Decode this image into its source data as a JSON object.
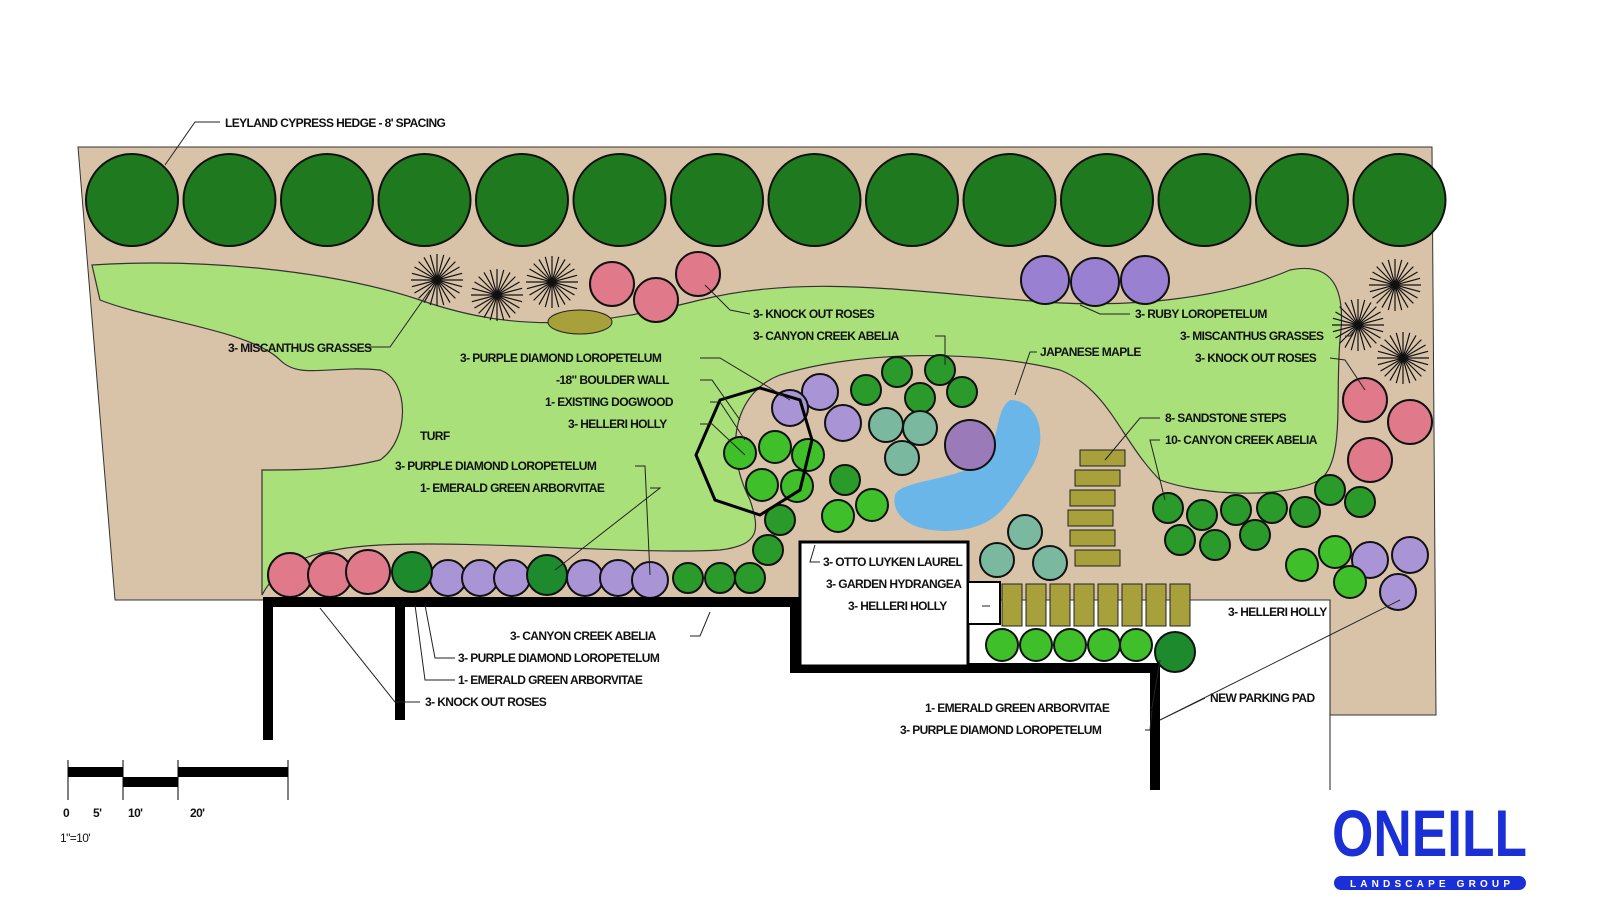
{
  "plan": {
    "colors": {
      "turf": "#a9e07a",
      "mulch": "#d9c3a8",
      "hedge": "#1f7a1f",
      "rose": "#e07a8a",
      "loropetalum": "#a994d6",
      "holly": "#3fbf2a",
      "water": "#6ab6e8",
      "stone": "#a8a03a",
      "wall": "#000000",
      "logo": "#1a2fd6"
    },
    "labels": {
      "hedge": "LEYLAND CYPRESS HEDGE - 8' SPACING",
      "grasses_left": "3- MISCANTHUS GRASSES",
      "roses_top": "3- KNOCK OUT ROSES",
      "abelia_top": "3- CANYON CREEK ABELIA",
      "loropetalum_mid": "3- PURPLE DIAMOND LOROPETELUM",
      "boulder_wall": "-18\" BOULDER WALL",
      "dogwood": "1- EXISTING DOGWOOD",
      "holly_mid": "3- HELLERI HOLLY",
      "turf": "TURF",
      "loropetalum_left": "3- PURPLE DIAMOND LOROPETELUM",
      "arborvitae_left": "1- EMERALD GREEN ARBORVITAE",
      "ruby": "3- RUBY LOROPETELUM",
      "maple": "JAPANESE MAPLE",
      "grasses_right": "3- MISCANTHUS GRASSES",
      "roses_right": "3- KNOCK OUT ROSES",
      "steps": "8- SANDSTONE STEPS",
      "abelia_right": "10- CANYON CREEK ABELIA",
      "laurel": "3- OTTO LUYKEN LAUREL",
      "hydrangea": "3- GARDEN HYDRANGEA",
      "holly_bed": "3- HELLERI HOLLY",
      "holly_right": "3- HELLERI HOLLY",
      "abelia_bottom": "3- CANYON CREEK ABELIA",
      "loropetalum_bottom": "3- PURPLE DIAMOND LOROPETELUM",
      "arborvitae_bottom": "1- EMERALD GREEN ARBORVITAE",
      "roses_bottom": "3- KNOCK OUT ROSES",
      "parking": "NEW PARKING PAD",
      "arborvitae_right": "1- EMERALD GREEN ARBORVITAE",
      "loropetalum_right": "3- PURPLE DIAMOND LOROPETELUM"
    },
    "scale": {
      "ticks": [
        "0",
        "5'",
        "10'",
        "20'"
      ],
      "ratio": "1\"=10'"
    },
    "logo": {
      "name": "ONEILL",
      "tagline": "LANDSCAPE GROUP"
    }
  }
}
